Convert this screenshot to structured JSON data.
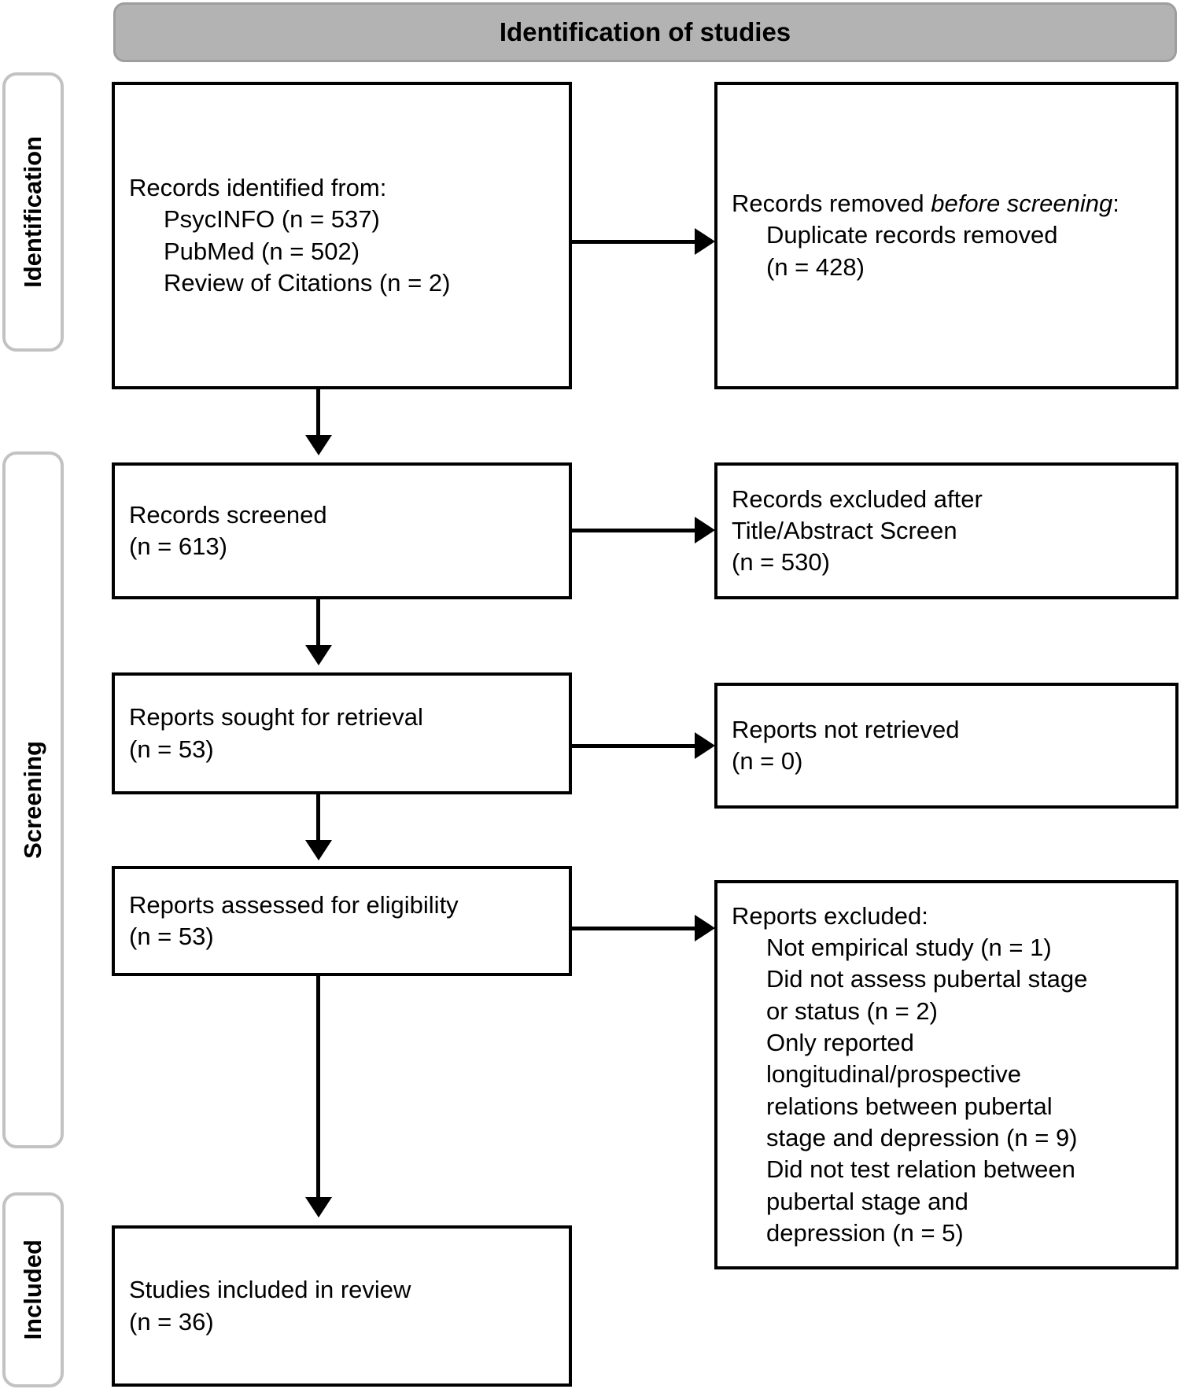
{
  "header": {
    "title": "Identification of studies"
  },
  "stages": [
    {
      "id": "identification",
      "label": "Identification"
    },
    {
      "id": "screening",
      "label": "Screening"
    },
    {
      "id": "included",
      "label": "Included"
    }
  ],
  "boxes": {
    "records_identified": {
      "lead": "Records identified from:",
      "lines": [
        "PsycINFO (n = 537)",
        "PubMed (n = 502)",
        "Review of Citations (n = 2)"
      ]
    },
    "records_removed": {
      "lead_plain": "Records removed ",
      "lead_italic": "before screening",
      "lead_tail": ":",
      "lines": [
        "Duplicate records removed",
        "(n = 428)"
      ]
    },
    "records_screened": {
      "lines": [
        "Records screened",
        "(n = 613)"
      ]
    },
    "records_excluded": {
      "lines": [
        "Records excluded after",
        "Title/Abstract Screen",
        "(n = 530)"
      ]
    },
    "reports_sought": {
      "lines": [
        "Reports sought for retrieval",
        "(n = 53)"
      ]
    },
    "reports_not_retrieved": {
      "lines": [
        "Reports not retrieved",
        "(n = 0)"
      ]
    },
    "reports_assessed": {
      "lines": [
        "Reports assessed for eligibility",
        "(n = 53)"
      ]
    },
    "reports_excluded": {
      "lead": "Reports excluded:",
      "lines": [
        "Not empirical study (n = 1)",
        "Did not assess pubertal stage",
        "or status (n = 2)",
        "Only reported",
        "longitudinal/prospective",
        "relations between pubertal",
        "stage and depression (n = 9)",
        "Did not test relation between",
        "pubertal stage and",
        "depression (n = 5)"
      ]
    },
    "studies_included": {
      "lines": [
        "Studies included in review",
        "(n = 36)"
      ]
    }
  },
  "colors": {
    "header_fill": "#b3b3b3",
    "header_border": "#9e9e9e",
    "stage_border": "#c2c2c2",
    "box_border": "#000000",
    "text": "#000000",
    "background": "#ffffff"
  }
}
